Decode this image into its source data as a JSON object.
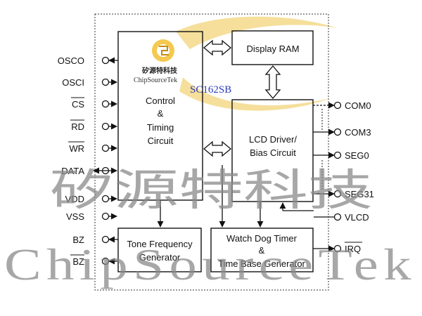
{
  "blocks": {
    "control": [
      "Control",
      "&",
      "Timing",
      "Circuit"
    ],
    "display_ram": "Display RAM",
    "lcd_driver": [
      "LCD Driver/",
      "Bias Circuit"
    ],
    "tone": [
      "Tone Frequency",
      "Generator"
    ],
    "watchdog": [
      "Watch Dog Timer",
      "&",
      "Time Base Generator"
    ]
  },
  "left_pins": [
    "OSCO",
    "OSCI",
    "CS",
    "RD",
    "WR",
    "DATA",
    "VDD",
    "VSS",
    "BZ",
    "BZ"
  ],
  "right_pins": [
    "COM0",
    "COM3",
    "SEG0",
    "SEG31",
    "VLCD",
    "IRQ"
  ],
  "overlay": {
    "logo_cn": "矽源特科技",
    "logo_en": "ChipSourceTek",
    "part_number": "SC162SB",
    "watermark_cn": "矽源特科技",
    "watermark_en": "ChipSourceTek"
  }
}
